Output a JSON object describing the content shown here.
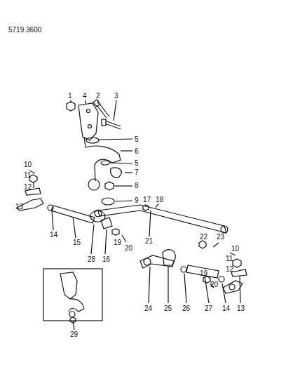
{
  "diagram": {
    "labels": [
      "5719 3600",
      "1",
      "2",
      "3",
      "4",
      "5",
      "6",
      "5",
      "7",
      "8",
      "9",
      "10",
      "11",
      "12",
      "13",
      "14",
      "15",
      "28",
      "16",
      "19",
      "20",
      "17",
      "18",
      "21",
      "22",
      "23",
      "10",
      "11",
      "12",
      "19",
      "20",
      "24",
      "25",
      "26",
      "27",
      "14",
      "13",
      "29"
    ]
  }
}
